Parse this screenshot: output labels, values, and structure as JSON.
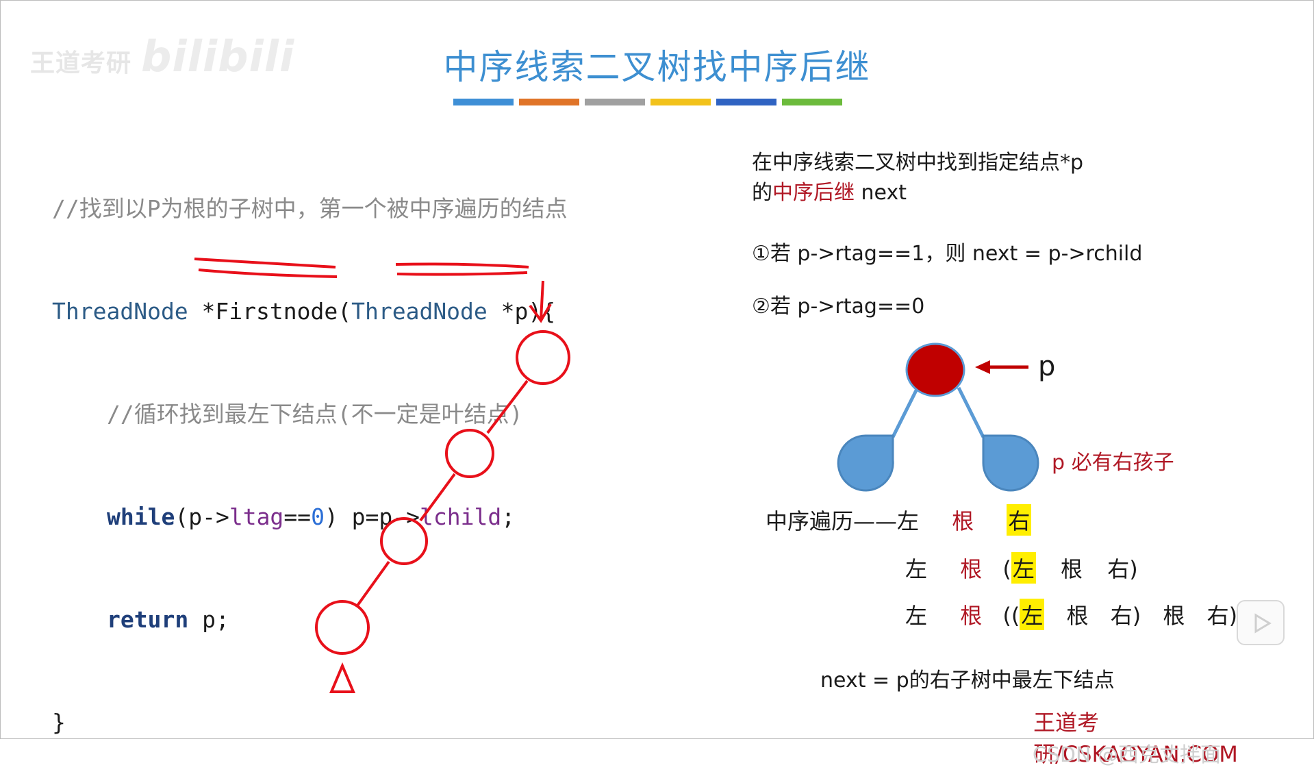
{
  "watermark": {
    "text": "王道考研",
    "brand": "bilibili"
  },
  "title": "中序线索二叉树找中序后继",
  "color_bars": [
    "#3e8fd6",
    "#e07428",
    "#a0a0a0",
    "#f2c21b",
    "#2f63c2",
    "#6cbb3c"
  ],
  "code": {
    "line1_comment": "//找到以P为根的子树中，第一个被中序遍历的结点",
    "line2_type": "ThreadNode",
    "line2_rest1": " *Firstnode(",
    "line2_type2": "ThreadNode",
    "line2_rest2": " *p){",
    "line3_comment": "//循环找到最左下结点(不一定是叶结点)",
    "line4_kw": "while",
    "line4_open": "(p->",
    "line4_field1": "ltag",
    "line4_eq": "==",
    "line4_num": "0",
    "line4_mid": ") p=p->",
    "line4_field2": "lchild",
    "line4_end": ";",
    "line5_kw": "return",
    "line5_rest": " p;",
    "line6": "}"
  },
  "right": {
    "intro_line1": "在中序线索二叉树中找到指定结点*p",
    "intro_line2_a": "的",
    "intro_line2_red": "中序后继",
    "intro_line2_b": " next",
    "case1": "①若 p->rtag==1，则 next = p->rchild",
    "case2": "②若 p->rtag==0",
    "p_label": "p",
    "p_right_child_note": "p 必有右孩子",
    "trav_label": "中序遍历——左",
    "trav_row1": {
      "root": "根",
      "right_hl": "右"
    },
    "trav_row2": {
      "left": "左",
      "root": "根",
      "paren_open": "(",
      "left_hl": "左",
      "root2": "根",
      "right2": "右)"
    },
    "trav_row3": {
      "left": "左",
      "root": "根",
      "paren_open": "((",
      "left_hl": "左",
      "root2": "根",
      "right2": "右)",
      "root3": "根",
      "right3": "右)"
    },
    "conclusion": "next = p的右子树中最左下结点"
  },
  "footer": {
    "brand": "王道考研/CSKAOYAN.COM",
    "overlay": "CSDN @西克丈拌面"
  },
  "colors": {
    "title": "#3d8fd1",
    "accent_red": "#b01825",
    "highlight": "#ffee00",
    "node_root": "#c00000",
    "node_child": "#5b9bd5",
    "handwriting": "#e8101a"
  }
}
